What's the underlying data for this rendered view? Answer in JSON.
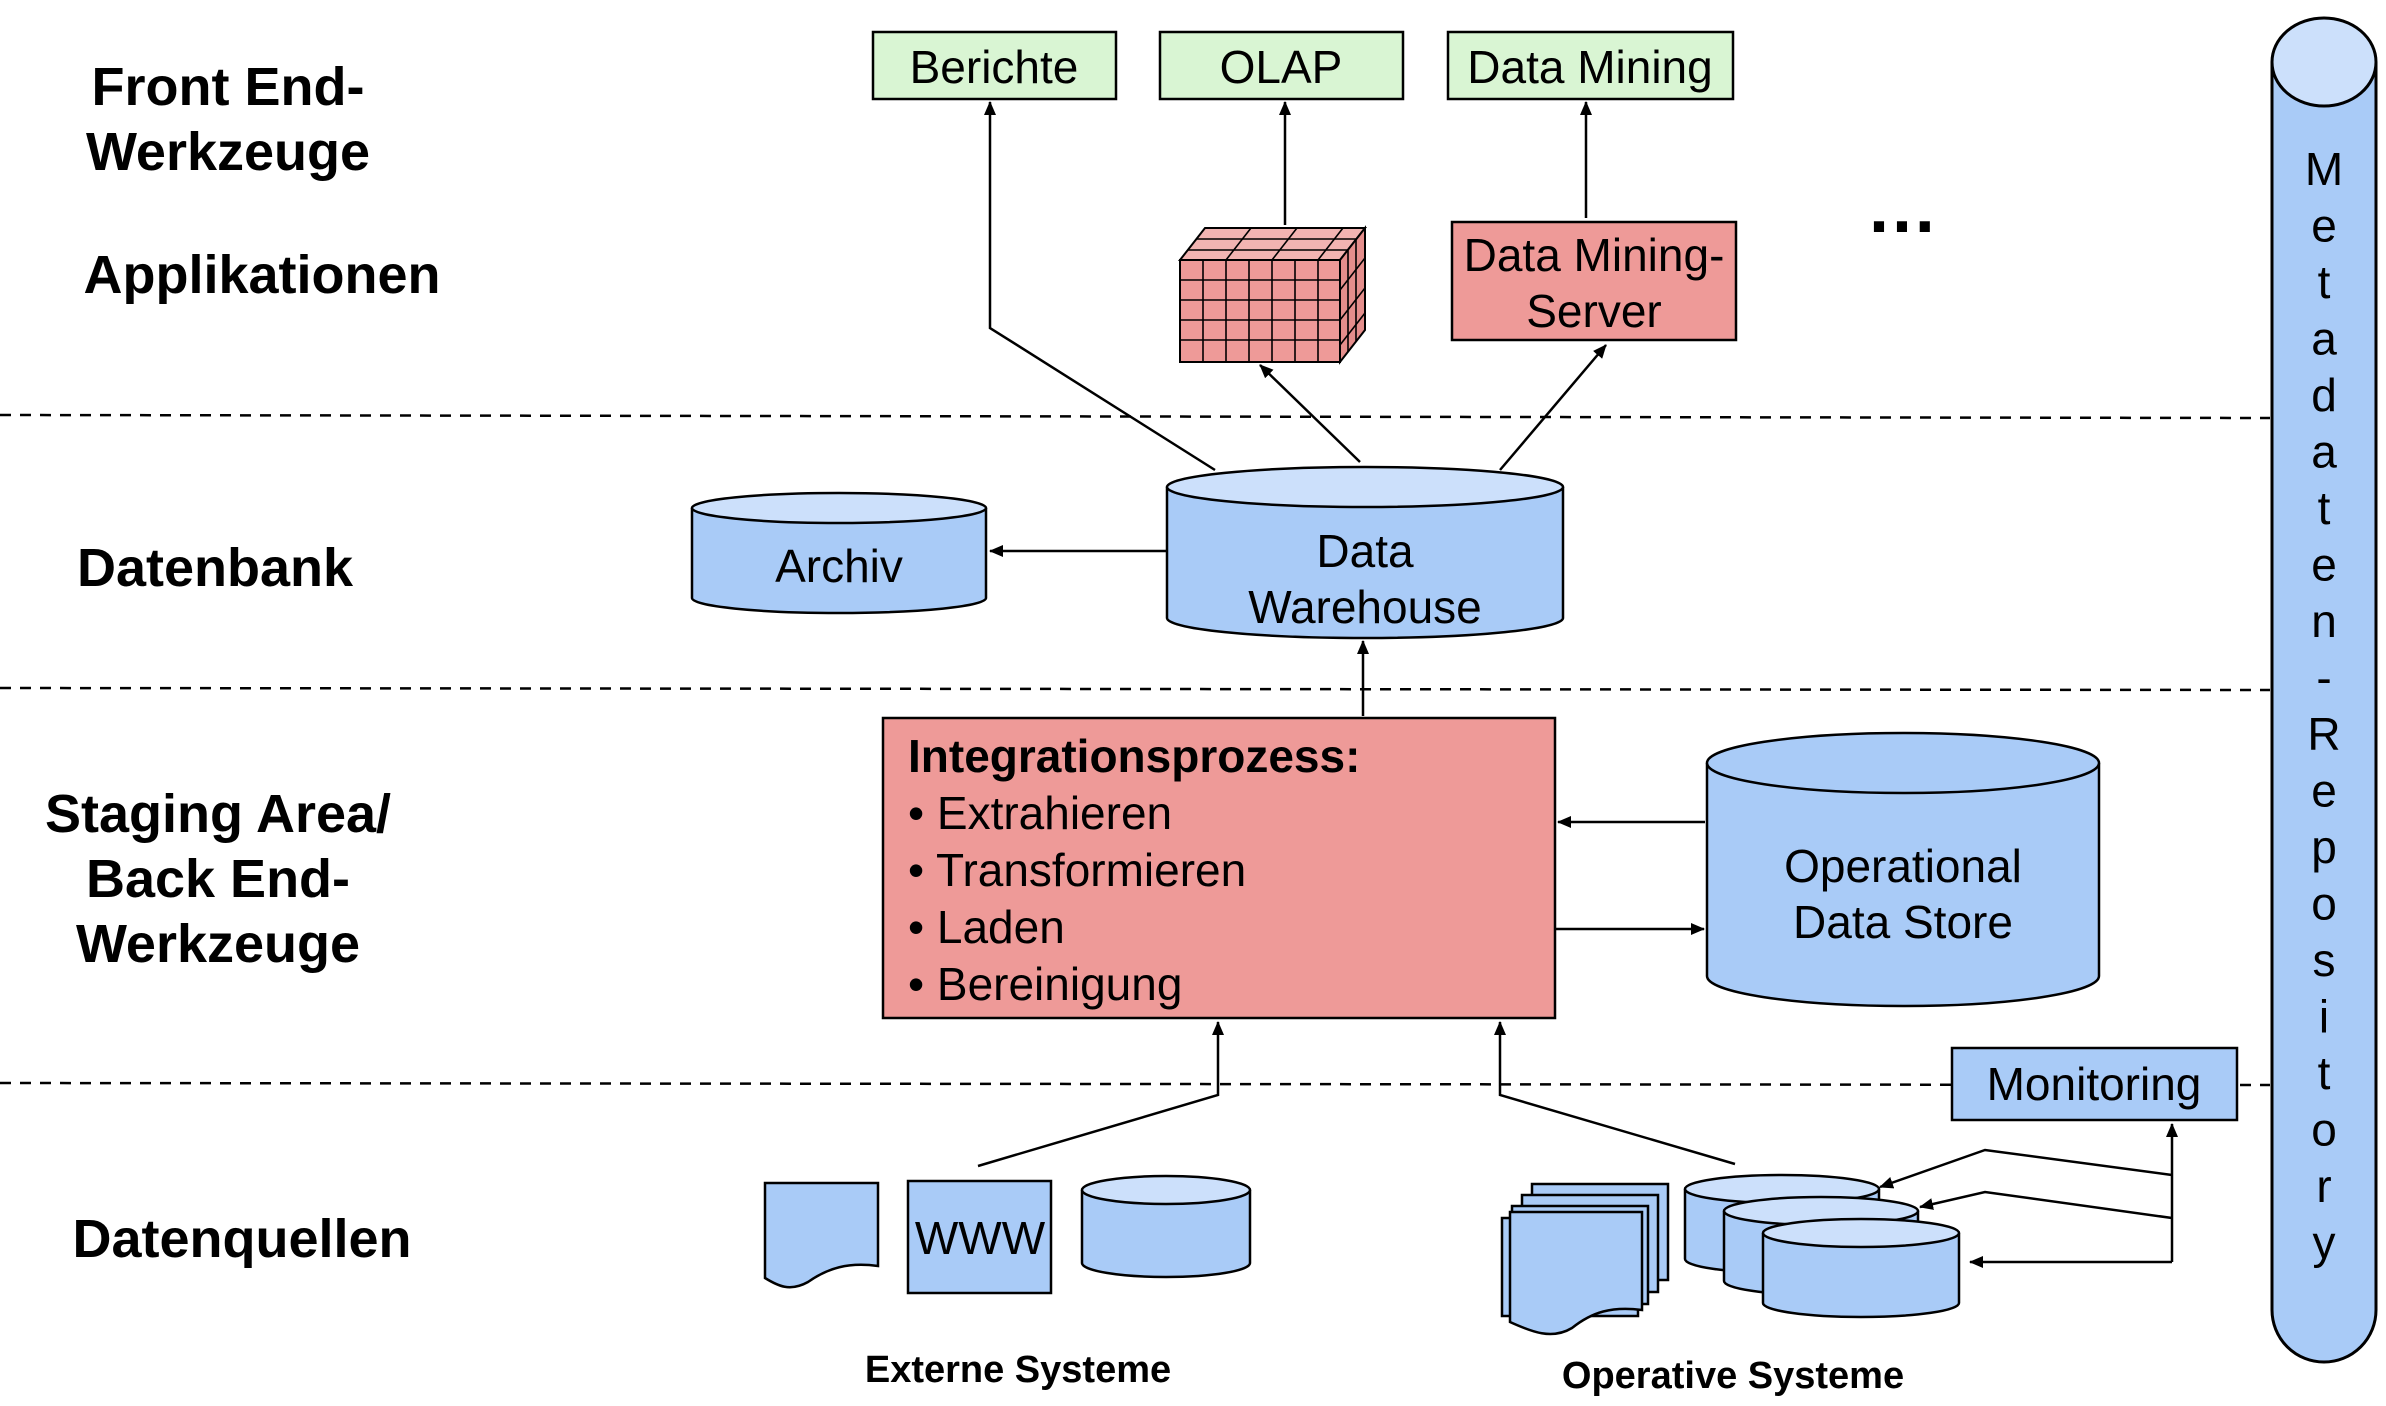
{
  "layers": {
    "frontend": [
      "Front End-",
      "Werkzeuge"
    ],
    "applikationen": "Applikationen",
    "datenbank": "Datenbank",
    "staging": [
      "Staging Area/",
      "Back End-",
      "Werkzeuge"
    ],
    "datenquellen": "Datenquellen"
  },
  "tools": {
    "berichte": "Berichte",
    "olap": "OLAP",
    "data_mining": "Data Mining"
  },
  "apps": {
    "dm_server": [
      "Data Mining-",
      "Server"
    ],
    "ellipsis": "…"
  },
  "db": {
    "archiv": "Archiv",
    "dwh": [
      "Data",
      "Warehouse"
    ]
  },
  "integration": {
    "title": "Integrationsprozess:",
    "items": [
      "• Extrahieren",
      "• Transformieren",
      "• Laden",
      "• Bereinigung"
    ]
  },
  "ods": [
    "Operational",
    "Data Store"
  ],
  "monitoring": "Monitoring",
  "sources": {
    "www": "WWW",
    "extern": "Externe Systeme",
    "operativ": "Operative Systeme"
  },
  "metadata": [
    "M",
    "e",
    "t",
    "a",
    "d",
    "a",
    "t",
    "e",
    "n",
    "-",
    "R",
    "e",
    "p",
    "o",
    "s",
    "i",
    "t",
    "o",
    "r",
    "y"
  ],
  "colors": {
    "green": "#d9f5d3",
    "blue": "#a9cbf7",
    "blue_light": "#cce0fb",
    "red": "#ee9a98"
  }
}
